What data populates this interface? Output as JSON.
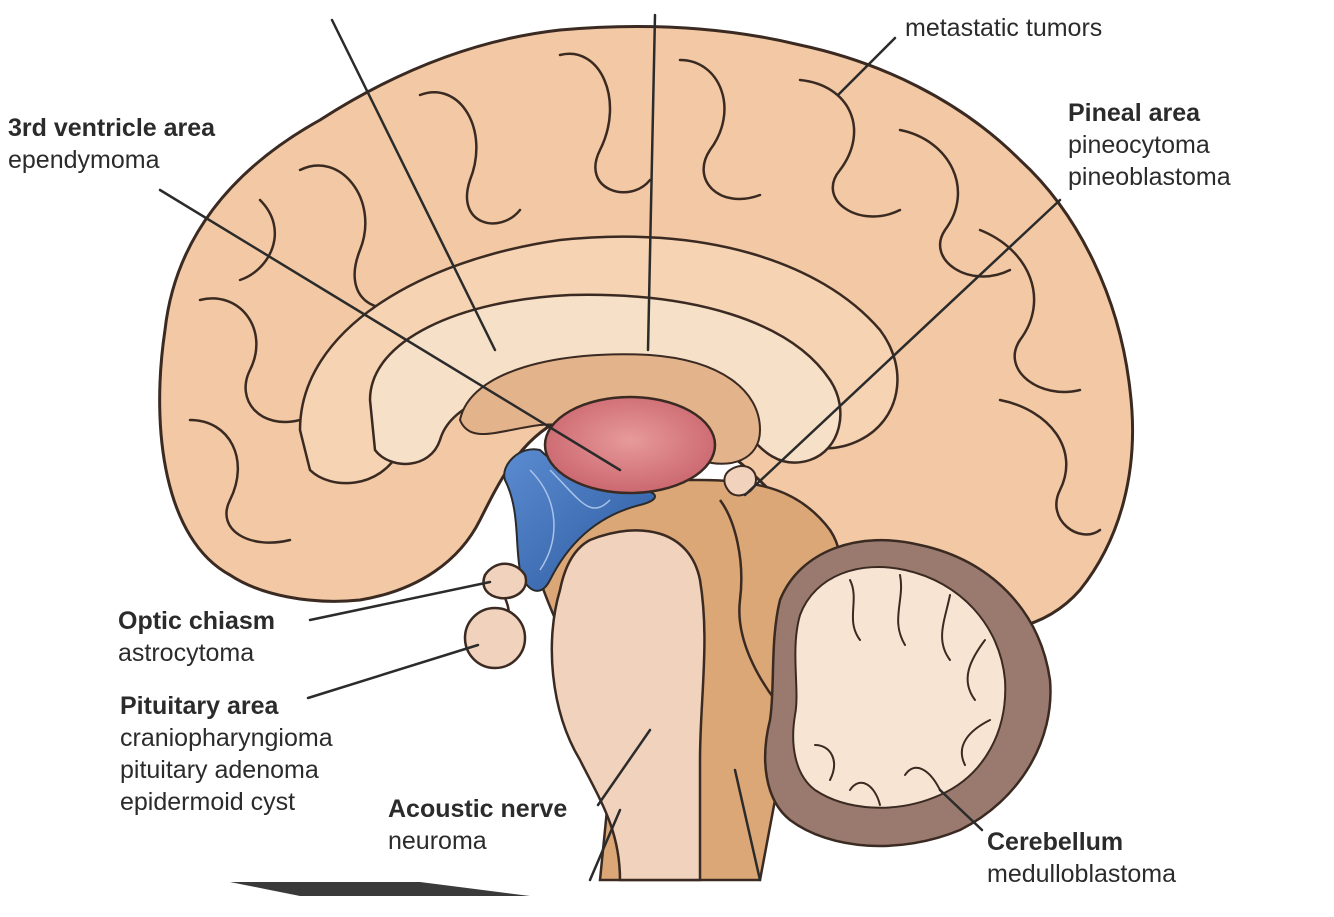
{
  "labels": {
    "metastatic": {
      "lines": [
        "metastatic tumors"
      ]
    },
    "third_ventricle": {
      "title": "3rd ventricle area",
      "lines": [
        "ependymoma"
      ]
    },
    "pineal": {
      "title": "Pineal area",
      "lines": [
        "pineocytoma",
        "pineoblastoma"
      ]
    },
    "optic_chiasm": {
      "title": "Optic chiasm",
      "lines": [
        "astrocytoma"
      ]
    },
    "pituitary": {
      "title": "Pituitary area",
      "lines": [
        "craniopharyngioma",
        "pituitary adenoma",
        "epidermoid cyst"
      ]
    },
    "acoustic": {
      "title": "Acoustic nerve",
      "lines": [
        "neuroma"
      ]
    },
    "cerebellum": {
      "title": "Cerebellum",
      "lines": [
        "medulloblastoma"
      ]
    }
  },
  "colors": {
    "cortex": "#f2c9a4",
    "cortex_dark": "#d9a57c",
    "thalamus": "#d9777c",
    "ventricle": "#3f6fb6",
    "stem": "#f1d2bc",
    "cerebellum_outer": "#9a7a6e",
    "leader": "#2b2b2b"
  }
}
